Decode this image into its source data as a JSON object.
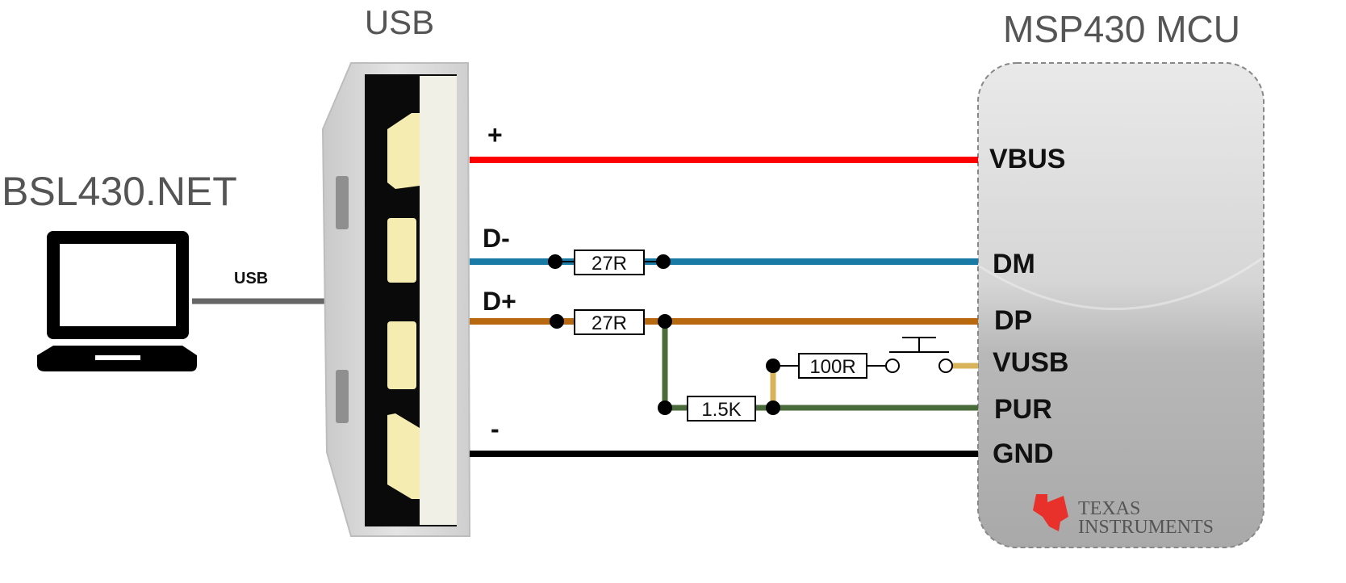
{
  "titles": {
    "host": "BSL430.NET",
    "connector": "USB",
    "mcu": "MSP430 MCU",
    "cable": "USB"
  },
  "usb_signals": {
    "plus": "+",
    "dminus": "D-",
    "dplus": "D+",
    "minus": "-"
  },
  "mcu_pins": {
    "vbus": "VBUS",
    "dm": "DM",
    "dp": "DP",
    "vusb": "VUSB",
    "pur": "PUR",
    "gnd": "GND"
  },
  "components": {
    "r_dm": "27R",
    "r_dp": "27R",
    "r_pullup": "1.5K",
    "r_bsl": "100R"
  },
  "brand": {
    "line1": "TEXAS",
    "line2": "INSTRUMENTS"
  },
  "icons": {
    "host": "laptop-icon",
    "connector": "usb-connector-icon",
    "switch": "pushbutton-switch-icon",
    "logo": "texas-instruments-logo"
  },
  "colors": {
    "vbus_wire": "#ff0000",
    "dm_wire": "#1a7aa6",
    "dp_wire": "#b8680e",
    "gnd_wire": "#000000",
    "pullup_wire": "#4a6b3a",
    "vusb_wire": "#d9b35a",
    "cable": "#666666",
    "ti_red": "#e8312a"
  }
}
